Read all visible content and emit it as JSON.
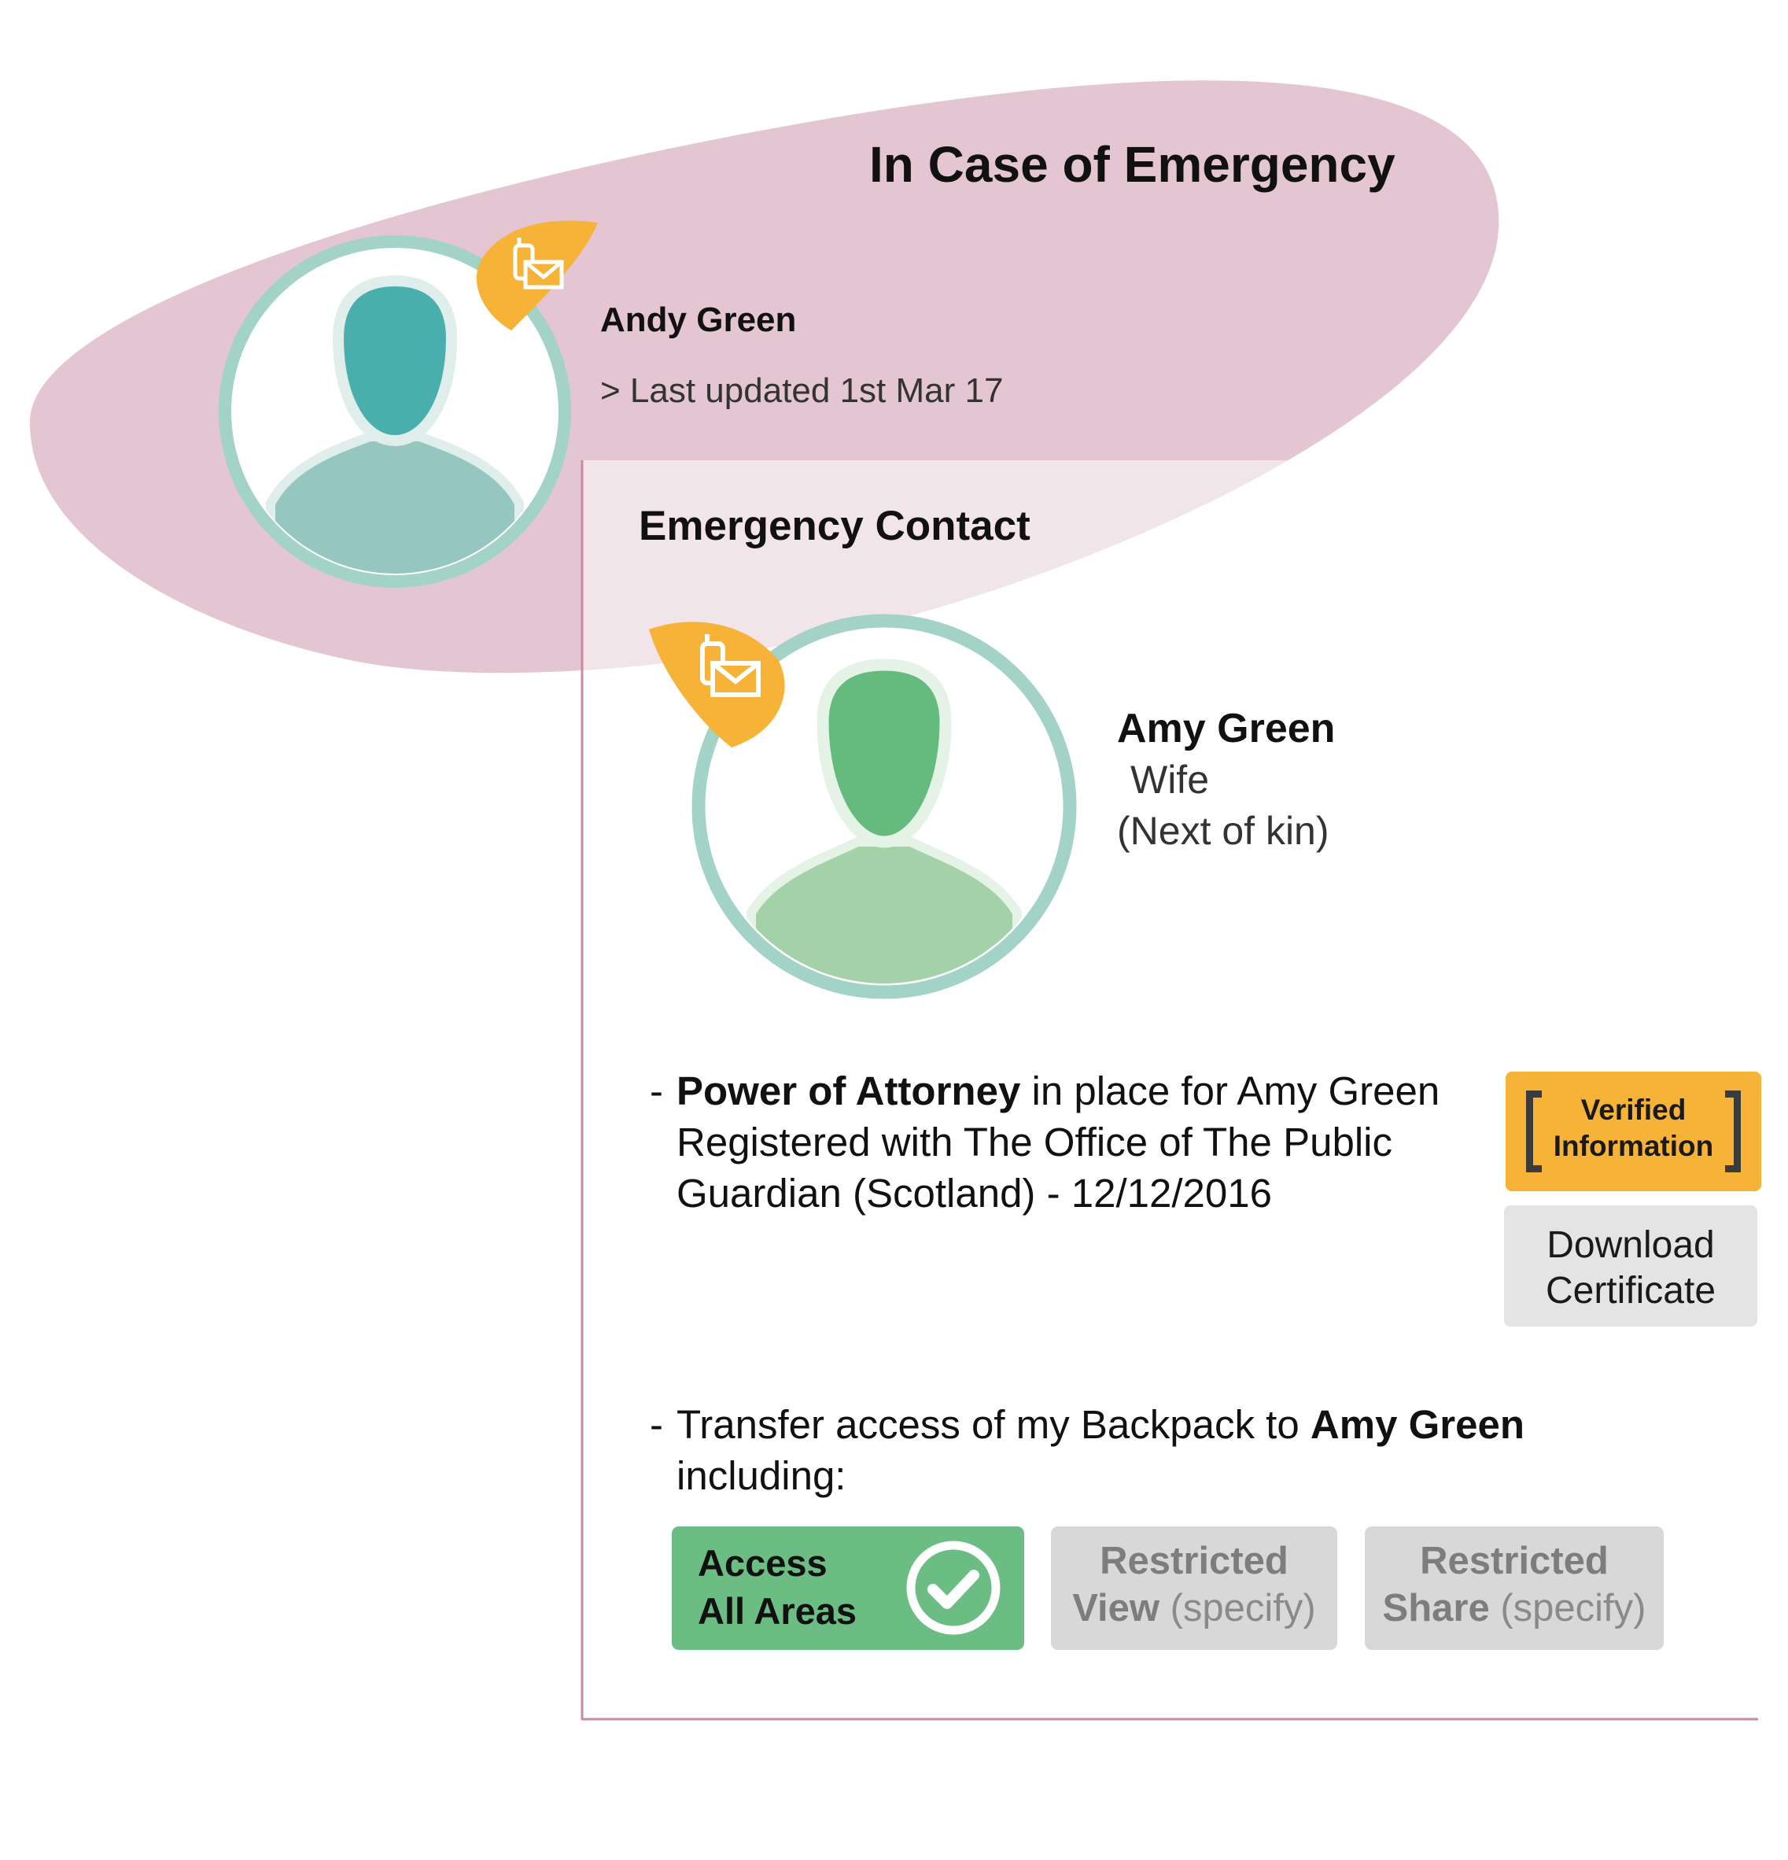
{
  "title": "In Case of Emergency",
  "user": {
    "name": "Andy Green",
    "last_updated": "> Last updated 1st Mar 17"
  },
  "section_title": "Emergency Contact",
  "contact": {
    "name": "Amy Green",
    "relation": "Wife",
    "kin": "(Next of kin)"
  },
  "poa": {
    "dash": "-",
    "bold": "Power of Attorney",
    "rest": " in place for Amy Green",
    "line2": "Registered with The Office of The Public",
    "line3": "Guardian (Scotland) - 12/12/2016"
  },
  "verified": {
    "line1": "Verified",
    "line2": "Information"
  },
  "download": {
    "line1": "Download",
    "line2": "Certificate"
  },
  "transfer": {
    "dash": "-",
    "prefix": "Transfer access of my Backpack to ",
    "bold": "Amy Green",
    "line2": "including:"
  },
  "options": {
    "all": {
      "line1": "Access",
      "line2": "All Areas"
    },
    "view": {
      "line1": "Restricted",
      "bold": "View",
      "rest": " (specify)"
    },
    "share": {
      "line1": "Restricted",
      "bold": "Share",
      "rest": " (specify)"
    }
  },
  "icons": {
    "contact_badge": "phone-mail-icon",
    "check": "check-circle-icon"
  },
  "colors": {
    "ellipse": "#e3c6d1",
    "panel": "#f2e5e9",
    "panel_border": "#c98aa0",
    "badge": "#f7b238",
    "avatar_ring": "#a2d3c6",
    "teal_head": "#4aaead",
    "green_head": "#65bb7e",
    "access_green": "#6cbd83"
  }
}
